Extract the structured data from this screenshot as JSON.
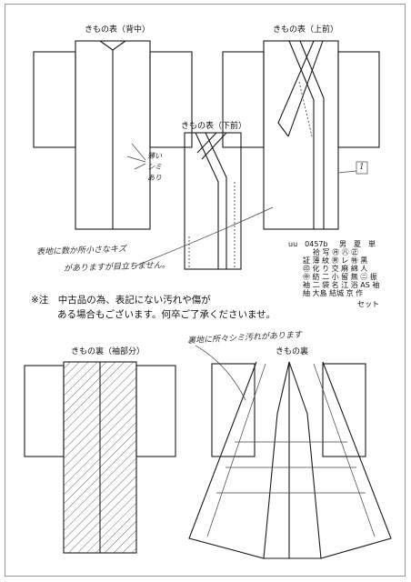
{
  "labels": {
    "back_view": "きもの表（背中）",
    "front_view": "きもの表（上前）",
    "lower_front_view": "きもの表（下前）",
    "sleeve_back_view": "きもの裏（袖部分）",
    "inner_view": "きもの裏"
  },
  "handwritten": {
    "thin_stain": "薄いシミあり",
    "front_note_line1": "表地に数か所小さなキズ",
    "front_note_line2": "がありますが目立ちません。",
    "inner_note": "裏地に所々シミ汚れがあります",
    "box_number": "1"
  },
  "notice": {
    "line1": "※注　中古品の為、表記にない汚れや傷が",
    "line2": "ある場合もございます。何卒ご了承くださいませ。"
  },
  "product_code": {
    "id": "uu　0457b",
    "row1": "男　夏　単",
    "row2": "袷 写 ㊊ ㊇ ㊣",
    "row3": "証 薄 紋 ㊚ レ ㊕ 黒",
    "row4": "㊞ 化 り 交 麻 綿 人",
    "row5": "㊥ 紡 二 小 留 無 ㊁ 振",
    "row6": "袖 二 袋 名 江 浴 AS 袖",
    "row7": "紬 大島 結城 京 作",
    "row8": "セット"
  }
}
